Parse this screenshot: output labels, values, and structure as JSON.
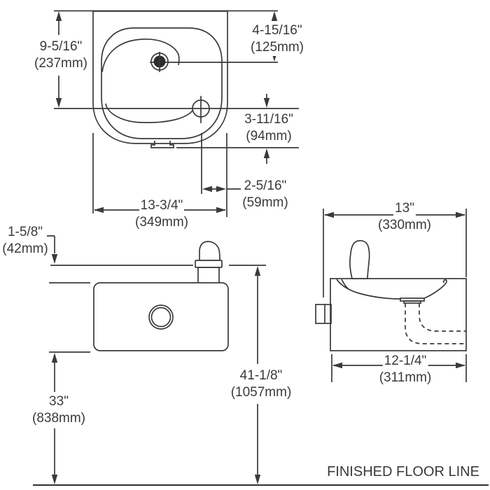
{
  "drawing": {
    "floor_label": "FINISHED FLOOR LINE",
    "line_color": "#3a3a3a"
  },
  "dimensions": {
    "plan_height": {
      "in": "9-5/16\"",
      "mm": "(237mm)"
    },
    "plan_top_to_drain": {
      "in": "4-15/16\"",
      "mm": "(125mm)"
    },
    "plan_bubbler_drop": {
      "in": "3-11/16\"",
      "mm": "(94mm)"
    },
    "plan_bubbler_offset": {
      "in": "2-5/16\"",
      "mm": "(59mm)"
    },
    "plan_width": {
      "in": "13-3/4\"",
      "mm": "(349mm)"
    },
    "front_bubbler_height": {
      "in": "1-5/8\"",
      "mm": "(42mm)"
    },
    "front_rim_height": {
      "in": "33\"",
      "mm": "(838mm)"
    },
    "front_total_height": {
      "in": "41-1/8\"",
      "mm": "(1057mm)"
    },
    "side_depth_overall": {
      "in": "13\"",
      "mm": "(330mm)"
    },
    "side_depth_body": {
      "in": "12-1/4\"",
      "mm": "(311mm)"
    }
  }
}
